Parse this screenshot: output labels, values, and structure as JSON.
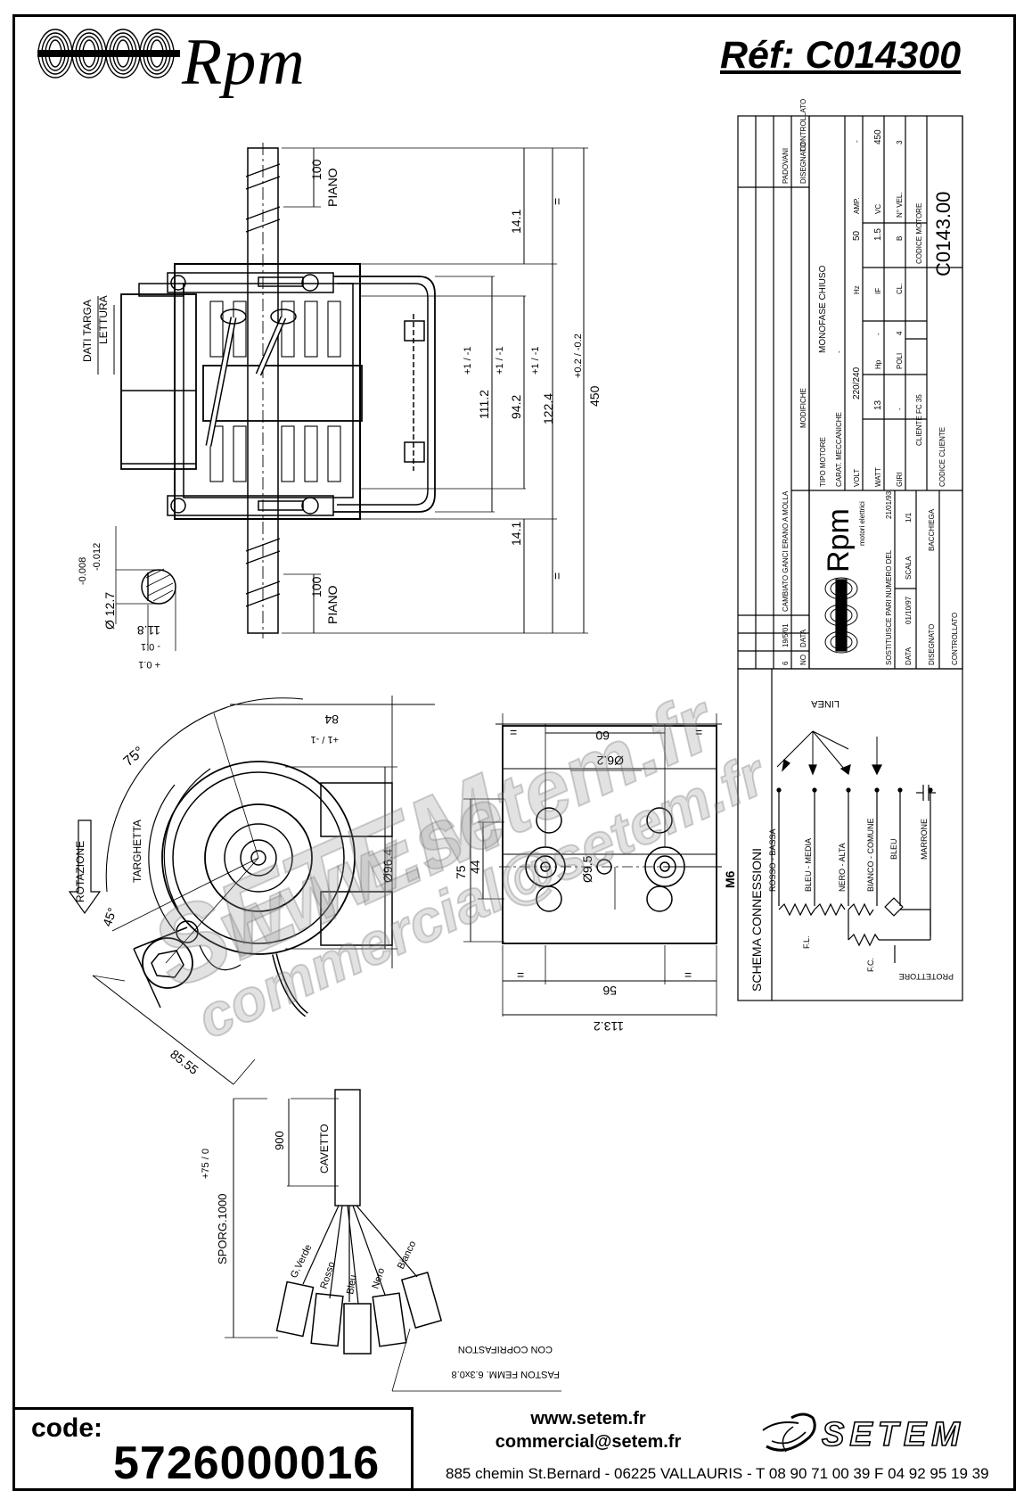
{
  "header": {
    "brand": "Rpm",
    "reference": "Réf:  C014300"
  },
  "front_view": {
    "dim_piano_top": "100",
    "piano_top": "PIANO",
    "dim_14_1_top": "14.1",
    "dim_14_1_bottom": "14.1",
    "dim_111_2": "111.2",
    "tol_111_2": "+1 / -1",
    "dim_94_2": "94.2",
    "tol_94_2": "+1 / -1",
    "dim_122_4": "122.4",
    "tol_122_4": "+1 / -1",
    "dim_450": "450",
    "tol_450": "+0.2 / -0.2",
    "dati_targa": "DATI TARGA",
    "lettura": "LETTURA",
    "dim_piano_bottom": "100",
    "piano_bottom": "PIANO",
    "shaft_diam": "Ø 12.7",
    "shaft_tol_minus": "-0.008",
    "shaft_tol_plus": "-0.012",
    "flat": "11.8",
    "flat_tol_minus": "- 0.1",
    "flat_tol_plus": "+ 0.1",
    "eq": "="
  },
  "side_view": {
    "angle_75": "75°",
    "angle_45": "45°",
    "rotazione": "ROTAZIONE",
    "targhetta": "TARGHETTA",
    "dim_84": "84",
    "tol_84": "+1 / -1",
    "dim_96_4": "Ø96.4",
    "dim_85_55": "85.55"
  },
  "bracket_view": {
    "dim_60": "60",
    "dim_6_2": "Ø6.2",
    "dim_75": "75",
    "dim_44": "44",
    "dim_9_5": "Ø9.5",
    "dim_m6": "M6",
    "dim_56": "56",
    "dim_113_2": "113.2",
    "eq": "="
  },
  "cable": {
    "dim_900": "900",
    "cavetto": "CAVETTO",
    "sporg": "SPORG.1000",
    "sporg_tol": "+75 / 0",
    "wires": [
      "G.Verde",
      "Rosso",
      "Bleu",
      "Nero",
      "Bianco"
    ],
    "con_copri": "CON COPRIFASTON",
    "faston": "FASTON FEMM. 6.3x0.8"
  },
  "title_block": {
    "modifiche": "MODIFICHE",
    "no": "NO",
    "data": "DATA",
    "rev_no": "6",
    "rev_date": "19/5/01",
    "rev_text": "CAMBIATO GANCI ERANO A MOLLA",
    "disegnato": "DISEGNATO",
    "controllato": "CONTROLLATO",
    "padovani": "PADOVANI",
    "brand": "Rpm",
    "brand_sub": "motori elettrici",
    "sostituisce": "SOSTITUISCE PARI NUMERO DEL",
    "date_label": "DATA",
    "date_value": "01/10/97",
    "sost_date": "21/01/93",
    "scala": "SCALA",
    "scala_value": "1/1",
    "disegnato_label": "DISEGNATO",
    "disegnato_value": "BACCHIEGA",
    "controllato_label": "CONTROLLATO",
    "tipo_motore": "TIPO MOTORE",
    "tipo_value": "MONOFASE CHIUSO",
    "carat": "CARAT. MECCANICHE",
    "carat_value": "-",
    "volt": "VOLT",
    "volt_value": "220/240",
    "hz": "Hz",
    "hz_value": "50",
    "amp": "AMP.",
    "amp_value": "-",
    "watt": "WATT",
    "watt_value": "13",
    "hp": "Hp",
    "hp_value": "-",
    "if": "IF",
    "if_value": "1.5",
    "vc": "VC",
    "vc_value": "450",
    "giri": "GIRI",
    "giri_value": "-",
    "poli": "POLI",
    "poli_value": "4",
    "cl": "CL.",
    "cl_value": "B",
    "nvel": "N° VEL.",
    "nvel_value": "3",
    "cliente": "CLIENTE FC 35",
    "codice_motore": "CODICE MOTORE",
    "codice_value": "C0143.00",
    "codice_cliente": "CODICE CLIENTE"
  },
  "schema": {
    "title": "SCHEMA CONNESSIONI",
    "linea": "LINEA",
    "wires": [
      "ROSSO - BASSA",
      "BLEU - MEDIA",
      "NERO - ALTA",
      "BIANCO - COMUNE",
      "BLEU",
      "MARRONE"
    ],
    "fl": "F.L.",
    "fc": "F.C.",
    "protettore": "PROTETTORE"
  },
  "footer": {
    "code_label": "code:",
    "code_value": "5726000016",
    "website": "www.setem.fr",
    "email": "commercial@setem.fr",
    "address": "885 chemin St.Bernard  -  06225 VALLAURIS  -  T 08 90 71 00 39   F 04 92 95 19 39",
    "setem_logo": "SETEM"
  },
  "watermark": {
    "line1": "www.setem.fr",
    "line2": "SETEM",
    "line3": "commercial@setem.fr"
  }
}
